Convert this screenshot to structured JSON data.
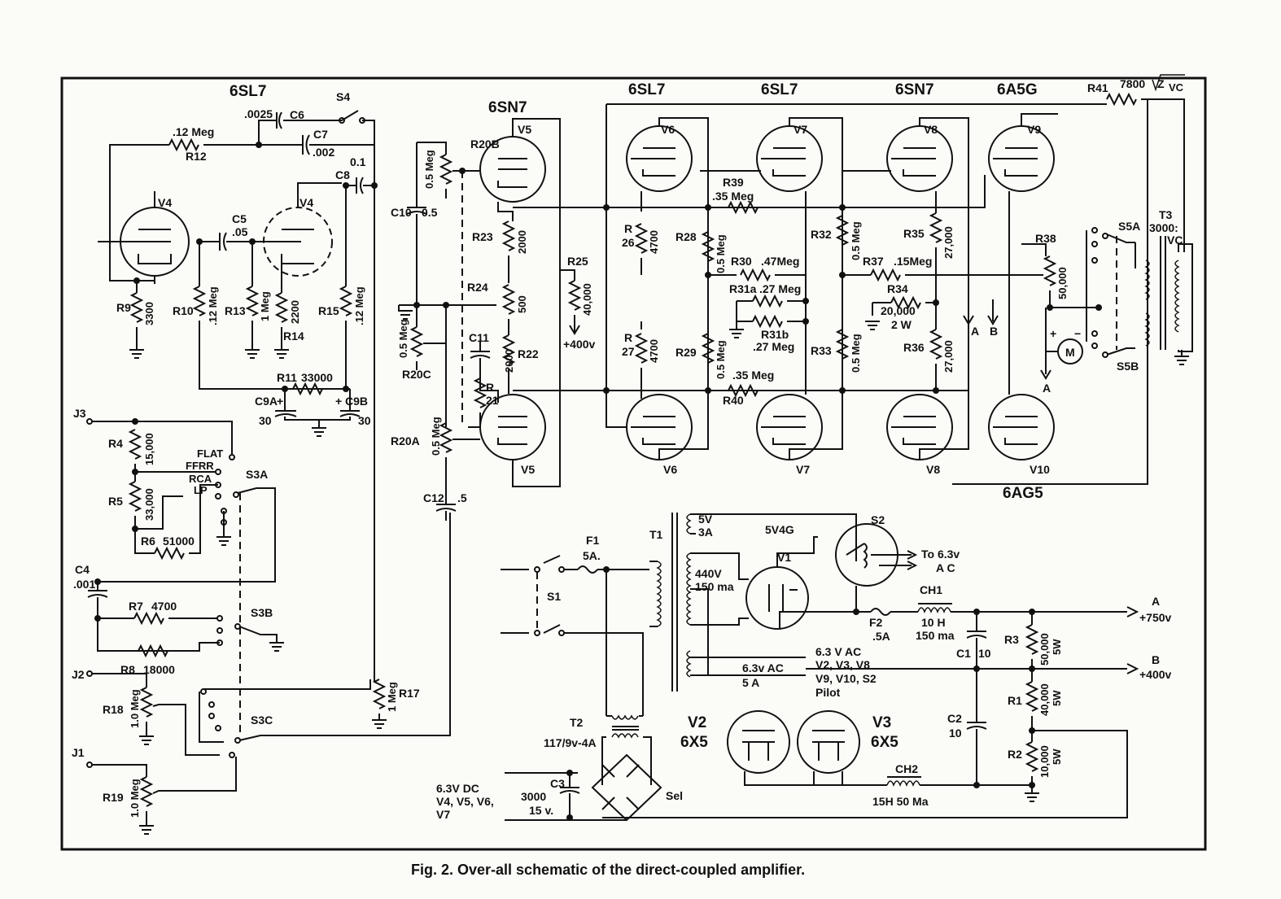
{
  "caption": "Fig. 2. Over-all schematic of the direct-coupled amplifier.",
  "tube_types": {
    "t1": "6SL7",
    "t2": "6SN7",
    "t3": "6SL7",
    "t4": "6SL7",
    "t5": "6SN7",
    "t6": "6A5G",
    "t7": "6AG5",
    "t8": "5V4G",
    "t9": "6X5",
    "t10": "6X5"
  },
  "tubes": {
    "v4a": "V4",
    "v4b": "V4",
    "v5a": "V5",
    "v5b": "V5",
    "v6a": "V6",
    "v6b": "V6",
    "v7a": "V7",
    "v7b": "V7",
    "v8a": "V8",
    "v8b": "V8",
    "v9": "V9",
    "v10": "V10",
    "v1": "V1",
    "v2": "V2",
    "v3": "V3"
  },
  "labels": {
    "r41": "R41",
    "r41v": "7800",
    "r41z": "Z",
    "r41vc": "VC",
    "c6v": ".0025",
    "c6": "C6",
    "s4": "S4",
    "c7": "C7",
    "c7v": ".002",
    "r12v": ".12 Meg",
    "r12": "R12",
    "c8v": "0.1",
    "c8": "C8",
    "c5": "C5",
    "c5v": ".05",
    "r9": "R9",
    "r9v": "3300",
    "r10": "R10",
    "r10v": ".12 Meg",
    "r13": "R13",
    "r13v": "1 Meg",
    "r14": "R14",
    "r14v": "2200",
    "r15": "R15",
    "r15v": ".12 Meg",
    "r11": "R11",
    "r11v": "33000",
    "c9a": "C9A",
    "c9b": "C9B",
    "c9av": "30",
    "c9bv": "30",
    "j3": "J3",
    "j2": "J2",
    "j1": "J1",
    "r4": "R4",
    "r4v": "15,000",
    "r5": "R5",
    "r5v": "33,000",
    "r6": "R6",
    "r6v": "51000",
    "flat": "FLAT",
    "ffrr": "FFRR",
    "rca": "RCA",
    "lp": "LP",
    "s3a": "S3A",
    "s3b": "S3B",
    "s3c": "S3C",
    "c4": "C4",
    "c4v": ".001",
    "r7": "R7",
    "r7v": "4700",
    "r8": "R8",
    "r8v": "18000",
    "r18": "R18",
    "r18v": "1.0 Meg",
    "r19": "R19",
    "r19v": "1.0 Meg",
    "r17": "R17",
    "r17v": "1 Meg",
    "r20b": "R20B",
    "r20bv": "0.5 Meg",
    "c10": "C10",
    "c10v": "0.5",
    "r23": "R23",
    "r23v": "2000",
    "r24": "R24",
    "r24v": "500",
    "r22": "R22",
    "r22v": "2000",
    "c11": "C11",
    "r21": "R",
    "r21n": "21",
    "r20c": "R20C",
    "r20cv": "0.5 Meg",
    "r20a": "R20A",
    "r20av": "0.5 Meg",
    "c12": "C12",
    "c12v": ".5",
    "r25": "R25",
    "r25v": "40,000",
    "plus400": "+400v",
    "r26": "R",
    "r26n": "26",
    "r26v": "4700",
    "r27": "R",
    "r27n": "27",
    "r27v": "4700",
    "r28": "R28",
    "r28v": "0.5 Meg",
    "r29": "R29",
    "r29v": "0.5 Meg",
    "r39": "R39",
    "r39v": ".35 Meg",
    "r40": "R40",
    "r40v": ".35 Meg",
    "r30": "R30",
    "r30v": ".47Meg",
    "r31a": "R31a",
    "r31av": ".27 Meg",
    "r31b": "R31b",
    "r31bv": ".27 Meg",
    "r32": "R32",
    "r32v": "0.5 Meg",
    "r33": "R33",
    "r33v": "0.5 Meg",
    "r37": "R37",
    "r37v": ".15Meg",
    "r34": "R34",
    "r34v": "20,000",
    "r34w": "2 W",
    "r35": "R35",
    "r35v": "27,000",
    "r36": "R36",
    "r36v": "27,000",
    "a": "A",
    "b": "B",
    "r38": "R38",
    "r38v": "50,000",
    "s5a": "S5A",
    "s5b": "S5B",
    "t3": "T3",
    "t3v": "3000:",
    "t3vc": "VC",
    "meter": "M",
    "a2": "A",
    "t1": "T1",
    "t1a": "5V",
    "t1b": "3A",
    "t1c": "440V",
    "t1d": "150 ma",
    "t1e": "6.3v AC",
    "t1f": "5 A",
    "f1": "F1",
    "f1v": "5A.",
    "s1": "S1",
    "s2": "S2",
    "to63": "To 6.3v",
    "to63b": "A C",
    "f2": "F2",
    "f2v": ".5A",
    "ch1": "CH1",
    "ch1v": "10 H",
    "ch1ma": "150 ma",
    "outa": "A",
    "outav": "+750v",
    "outb": "B",
    "outbv": "+400v",
    "c1": "C1",
    "c1v": "10",
    "c2": "C2",
    "c2v": "10",
    "r3": "R3",
    "r3v": "50,000",
    "r3w": "5W",
    "r1": "R1",
    "r1v": "40,000",
    "r1w": "5W",
    "r2": "R2",
    "r2v": "10,000",
    "r2w": "5W",
    "h1": "6.3 V AC",
    "h2": "V2, V3, V8",
    "h3": "V9, V10, S2",
    "h4": "Pilot",
    "t2": "T2",
    "t2v": "117/9v-4A",
    "c3": "C3",
    "c3v": "3000",
    "c3w": "15 v.",
    "dc1": "6.3V DC",
    "dc2": "V4, V5, V6,",
    "dc3": "V7",
    "sel": "Sel",
    "ch2": "CH2",
    "ch2v": "15H 50 Ma"
  }
}
